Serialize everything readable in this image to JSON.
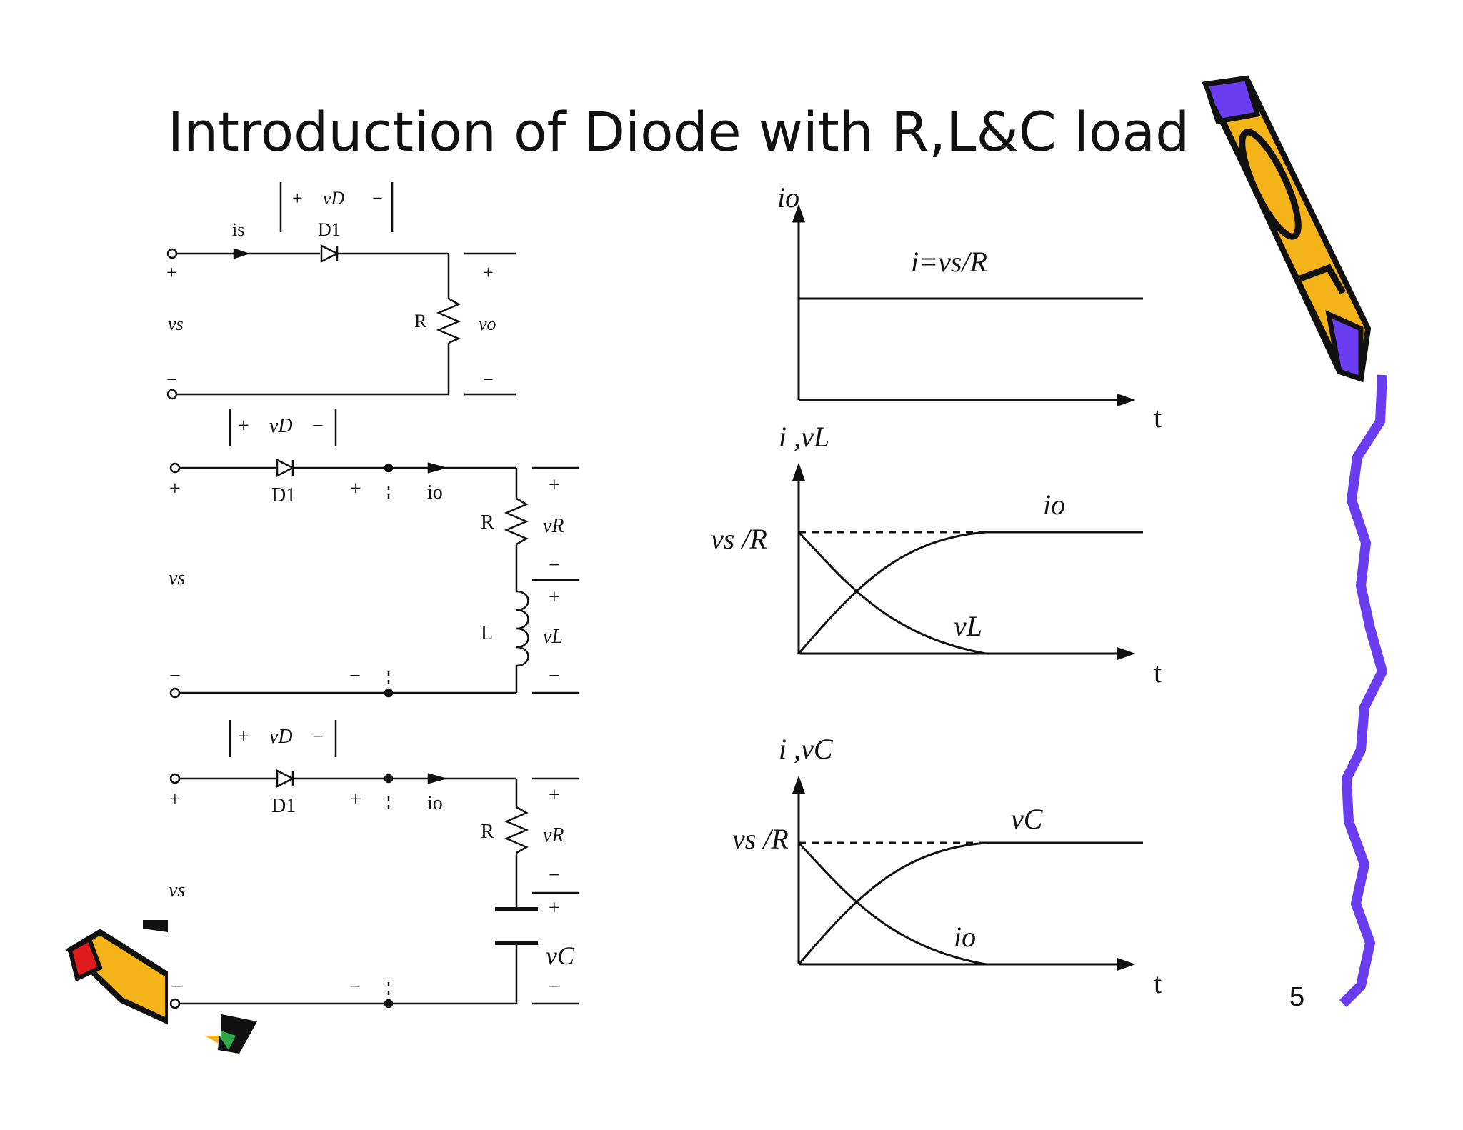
{
  "slide": {
    "title": "Introduction of Diode with R,L&C load",
    "page_number": "5"
  },
  "circuit_r": {
    "vd_plus": "+",
    "vd_label": "vD",
    "vd_minus": "−",
    "current": "is",
    "diode": "D1",
    "src_plus": "+",
    "src_label": "vs",
    "src_minus": "−",
    "resistor": "R",
    "out_plus": "+",
    "out_label": "vo",
    "out_minus": "−"
  },
  "circuit_rl": {
    "vd_plus": "+",
    "vd_label": "vD",
    "vd_minus": "−",
    "diode": "D1",
    "node_plus": "+",
    "node_minus": "−",
    "current": "io",
    "src_plus": "+",
    "src_label": "vs",
    "src_minus": "−",
    "resistor": "R",
    "vr_plus": "+",
    "vr_label": "vR",
    "vr_minus": "−",
    "inductor": "L",
    "vl_plus": "+",
    "vl_label": "vL",
    "vl_minus": "−"
  },
  "circuit_rc": {
    "vd_plus": "+",
    "vd_label": "vD",
    "vd_minus": "−",
    "diode": "D1",
    "node_plus": "+",
    "node_minus": "−",
    "current": "io",
    "src_plus": "+",
    "src_label": "vs",
    "src_minus": "−",
    "resistor": "R",
    "vr_plus": "+",
    "vr_label": "vR",
    "vr_minus": "−",
    "vc_plus": "+",
    "vc_label": "vC",
    "vc_minus": "−"
  },
  "graph_r": {
    "y_label": "io",
    "x_label": "t",
    "curve_label": "i=vs/R"
  },
  "graph_rl": {
    "y_label": "i ,vL",
    "x_label": "t",
    "level_label": "vs /R",
    "rising_label": "io",
    "falling_label": "vL"
  },
  "graph_rc": {
    "y_label": "i ,vC",
    "x_label": "t",
    "level_label": "vs /R",
    "rising_label": "vC",
    "falling_label": "io"
  },
  "colors": {
    "pencil_yellow": "#F5B31A",
    "pencil_purple": "#6A3DF0",
    "pencil_red": "#E01B1B",
    "squiggle": "#6A3DF0"
  }
}
